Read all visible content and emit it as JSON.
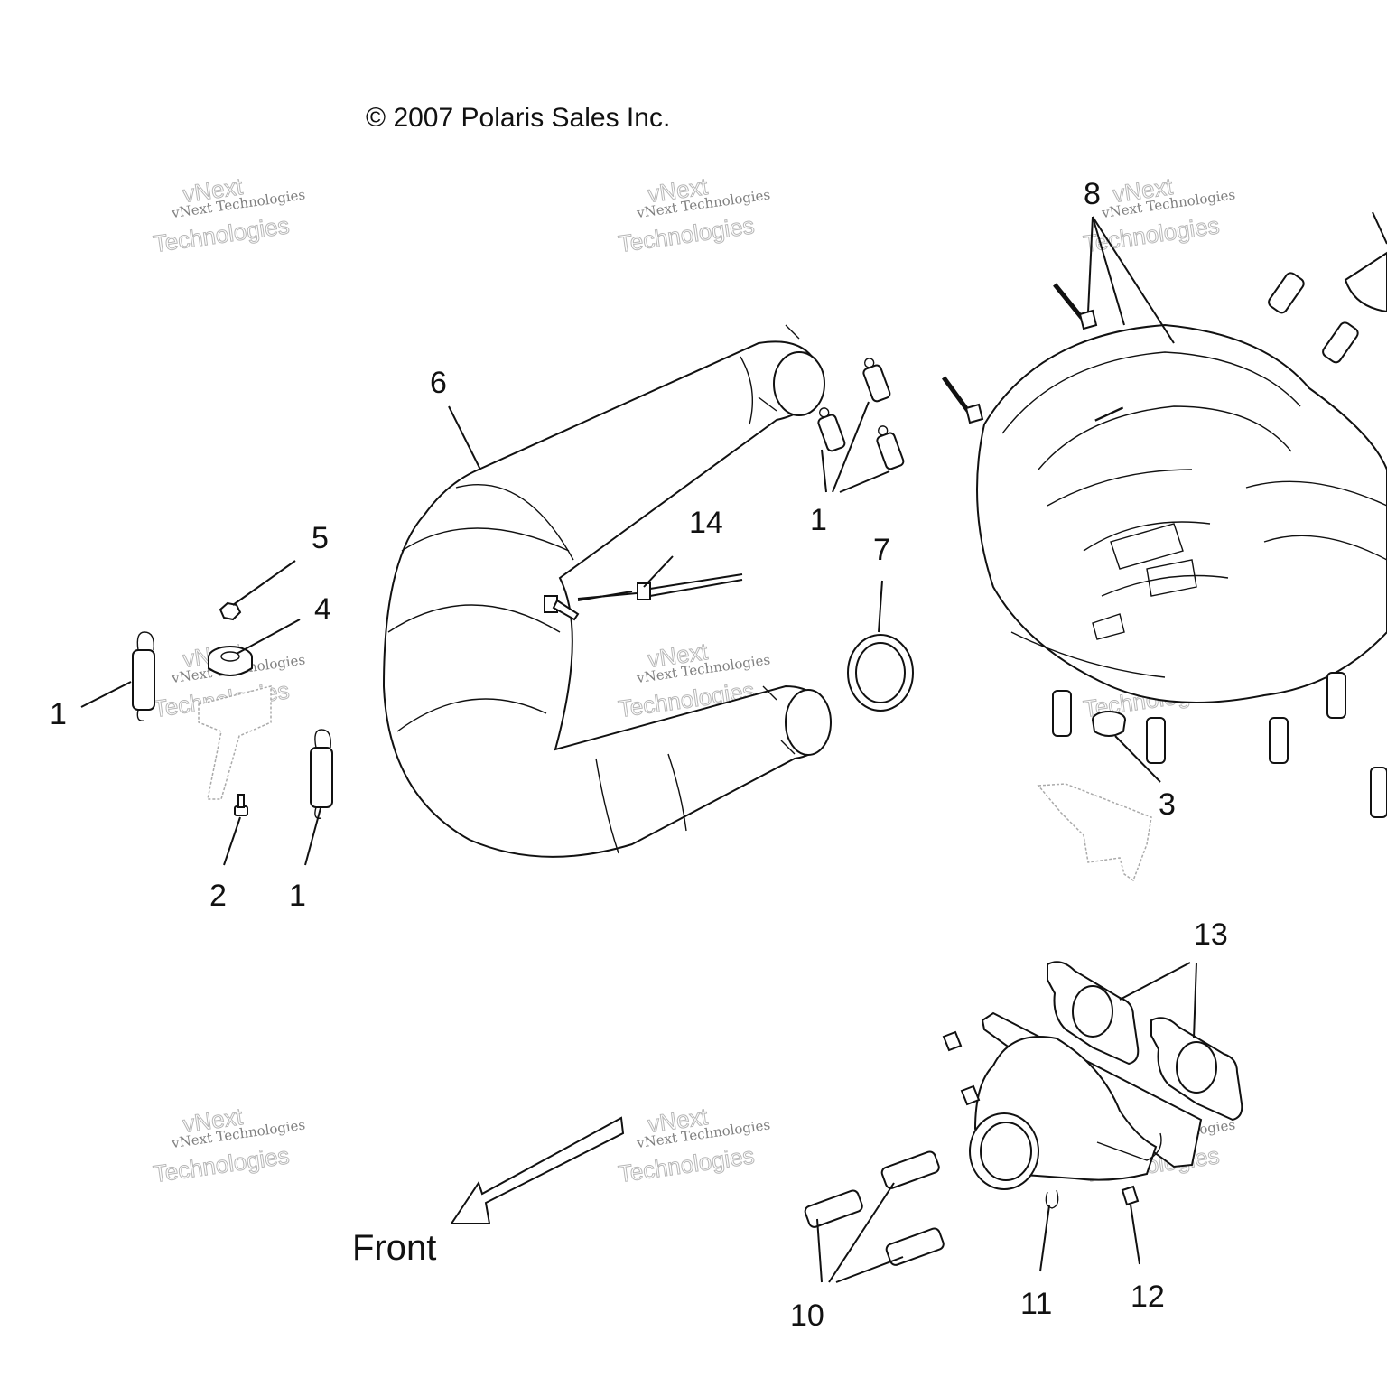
{
  "copyright": "© 2007 Polaris Sales Inc.",
  "front_label": "Front",
  "callouts": {
    "c1_left": "1",
    "c1_bottom": "1",
    "c1_top": "1",
    "c2": "2",
    "c3": "3",
    "c4": "4",
    "c5": "5",
    "c6": "6",
    "c7": "7",
    "c8": "8",
    "c10": "10",
    "c11": "11",
    "c12": "12",
    "c13": "13",
    "c14": "14"
  },
  "watermarks": {
    "small": "vNext Technologies",
    "big_line1": "vNext",
    "big_line2": "Technologies"
  }
}
